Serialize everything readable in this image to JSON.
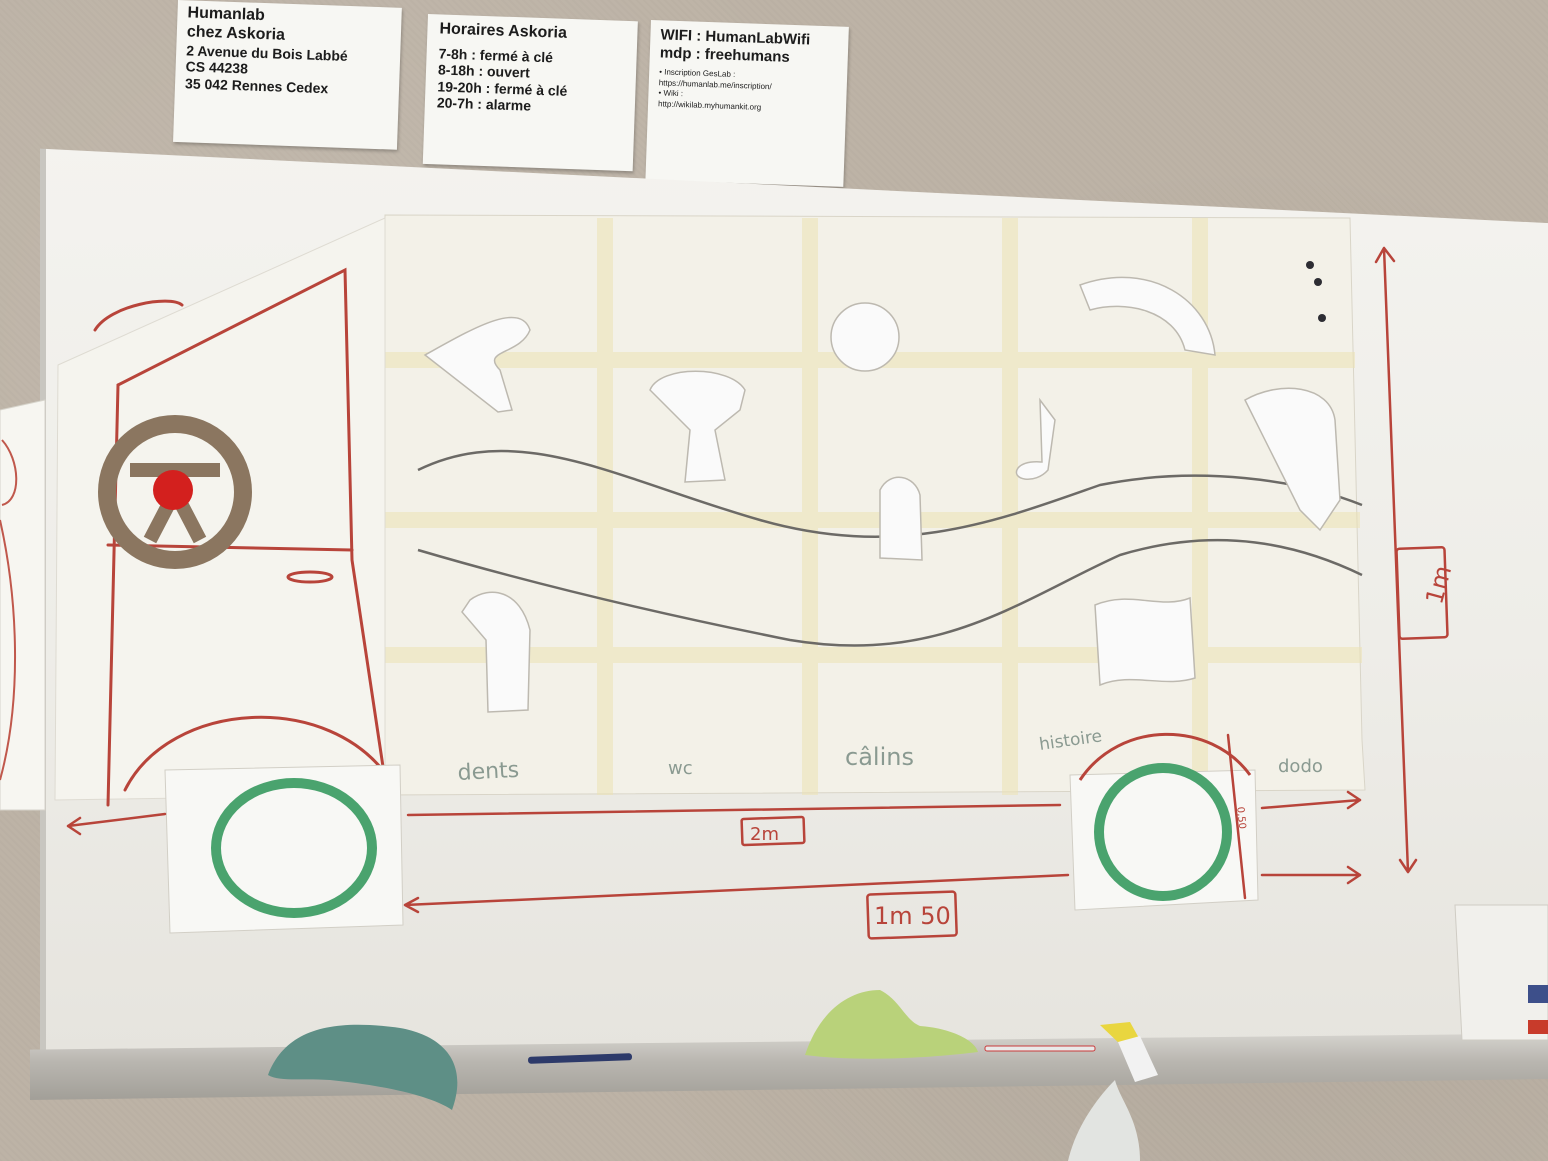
{
  "notes": {
    "address": {
      "title1": "Humanlab",
      "title2": "chez Askoria",
      "line1": "2 Avenue du Bois Labbé",
      "line2": "CS 44238",
      "line3": "35 042 Rennes Cedex"
    },
    "hours": {
      "title": "Horaires Askoria",
      "rows": [
        "7-8h : fermé à clé",
        "8-18h : ouvert",
        "19-20h : fermé à clé",
        "20-7h : alarme"
      ]
    },
    "wifi": {
      "line1": "WIFI : HumanLabWifi",
      "line2": "mdp : freehumans",
      "small1": "• Inscription GesLab :",
      "small2": "https://humanlab.me/inscription/",
      "small3": "• Wiki :",
      "small4": "http://wikilab.myhumankit.org"
    }
  },
  "board": {
    "labels": [
      "dents",
      "wc",
      "câlins",
      "histoire",
      "dodo"
    ],
    "dimensions": {
      "length_total": "2m",
      "length_inner": "1m 50",
      "height": "1m",
      "wheel": "0,50"
    }
  },
  "colors": {
    "red_marker": "#b8443a",
    "wheel_green": "#4aa36e",
    "steering_brown": "#8b7660",
    "steering_center": "#d3201e"
  }
}
